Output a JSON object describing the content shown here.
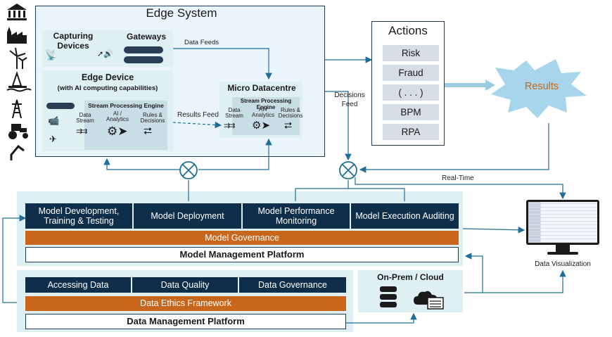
{
  "edge_system": {
    "title": "Edge System",
    "capturing_devices": "Capturing Devices",
    "gateways": "Gateways",
    "data_feeds": "Data Feeds",
    "edge_device_title": "Edge Device",
    "edge_device_subtitle": "(with AI computing capabilities)",
    "stream_engine": "Stream Processing Engine",
    "data_stream": "Data Stream",
    "ai_analytics": "AI / Analytics",
    "rules_decisions": "Rules & Decisions",
    "results_feed": "Results Feed",
    "micro_datacentre": "Micro Datacentre"
  },
  "decisions_feed": "Decisions Feed",
  "actions": {
    "title": "Actions",
    "items": [
      "Risk",
      "Fraud",
      "( . . . )",
      "BPM",
      "RPA"
    ]
  },
  "results": "Results",
  "real_time": "Real-Time",
  "model_platform": {
    "modules": [
      "Model Development, Training & Testing",
      "Model Deployment",
      "Model Performance Monitoring",
      "Model Execution Auditing"
    ],
    "governance": "Model Governance",
    "title": "Model Management Platform"
  },
  "data_platform": {
    "modules": [
      "Accessing Data",
      "Data Quality",
      "Data Governance"
    ],
    "ethics": "Data Ethics Framework",
    "title": "Data Management Platform"
  },
  "on_prem_cloud": "On-Prem / Cloud",
  "data_visualization": "Data Visualization",
  "colors": {
    "navy": "#0e2e4a",
    "orange": "#c8661c",
    "arrow": "#1f6e98",
    "results": "#c8661c",
    "panel": "#dff0f3"
  }
}
